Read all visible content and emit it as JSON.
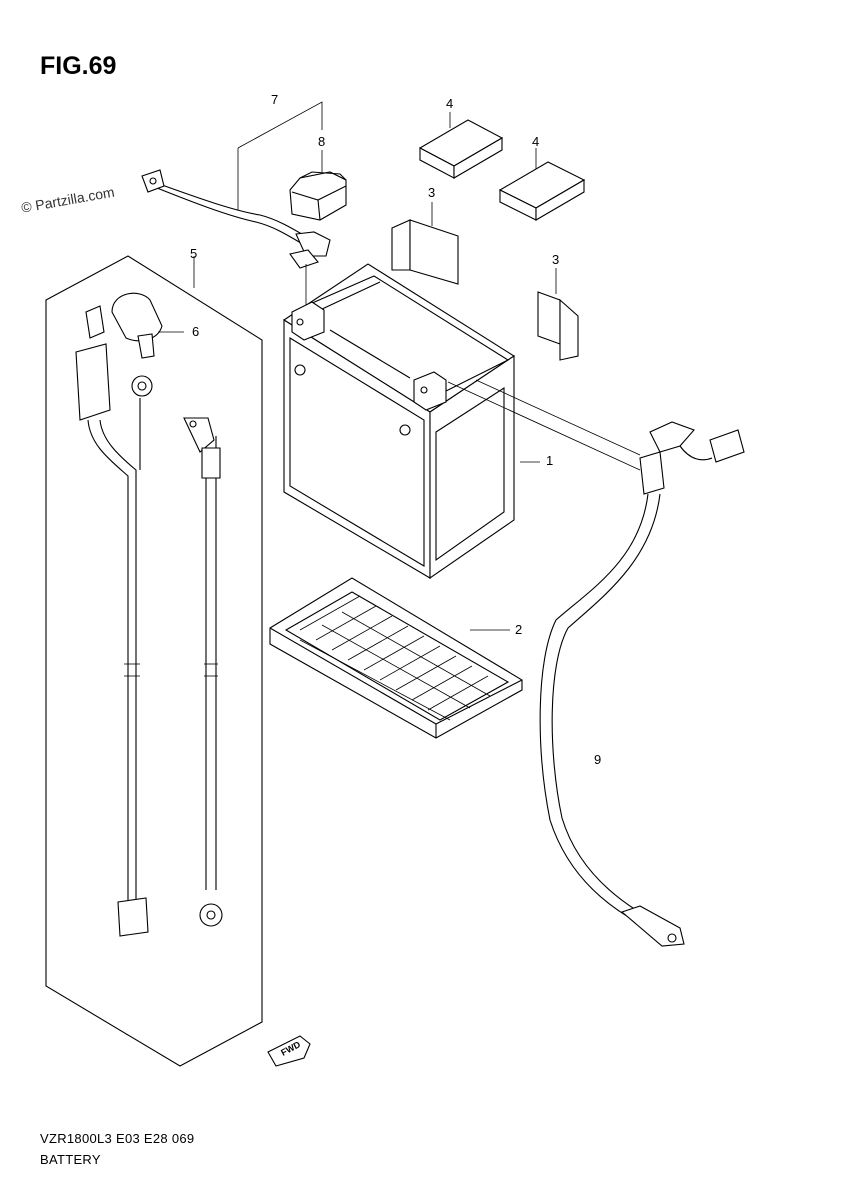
{
  "header": {
    "title": "FIG.69"
  },
  "watermark": {
    "text": "© Partzilla.com"
  },
  "callouts": {
    "c1": "1",
    "c2": "2",
    "c3a": "3",
    "c3b": "3",
    "c4a": "4",
    "c4b": "4",
    "c5": "5",
    "c6": "6",
    "c7": "7",
    "c8": "8",
    "c9": "9"
  },
  "fwd_marker": {
    "text": "FWD",
    "icon": "forward-arrow-icon"
  },
  "footer": {
    "model_code": "VZR1800L3  E03  E28  069",
    "section_name": "BATTERY"
  }
}
